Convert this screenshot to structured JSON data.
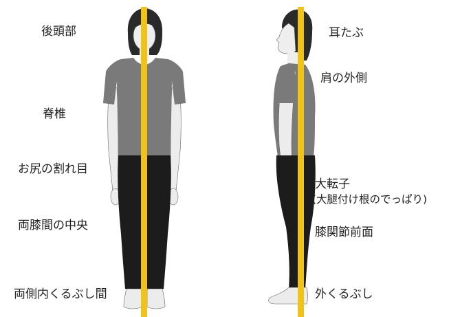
{
  "colors": {
    "plumb_line": "#F0C21A",
    "shirt": "#7a7a7a",
    "pants": "#1c1c1c",
    "skin": "#ececec",
    "hair": "#2a2a2a",
    "outline": "#555555"
  },
  "front_view": {
    "labels": [
      "後頭部",
      "脊椎",
      "お尻の割れ目",
      "両膝間の中央",
      "両側内くるぶし間"
    ]
  },
  "side_view": {
    "labels": [
      "耳たぶ",
      "肩の外側",
      "大転子",
      "(大腿付け根のでっぱり)",
      "膝関節前面",
      "外くるぶし"
    ]
  }
}
